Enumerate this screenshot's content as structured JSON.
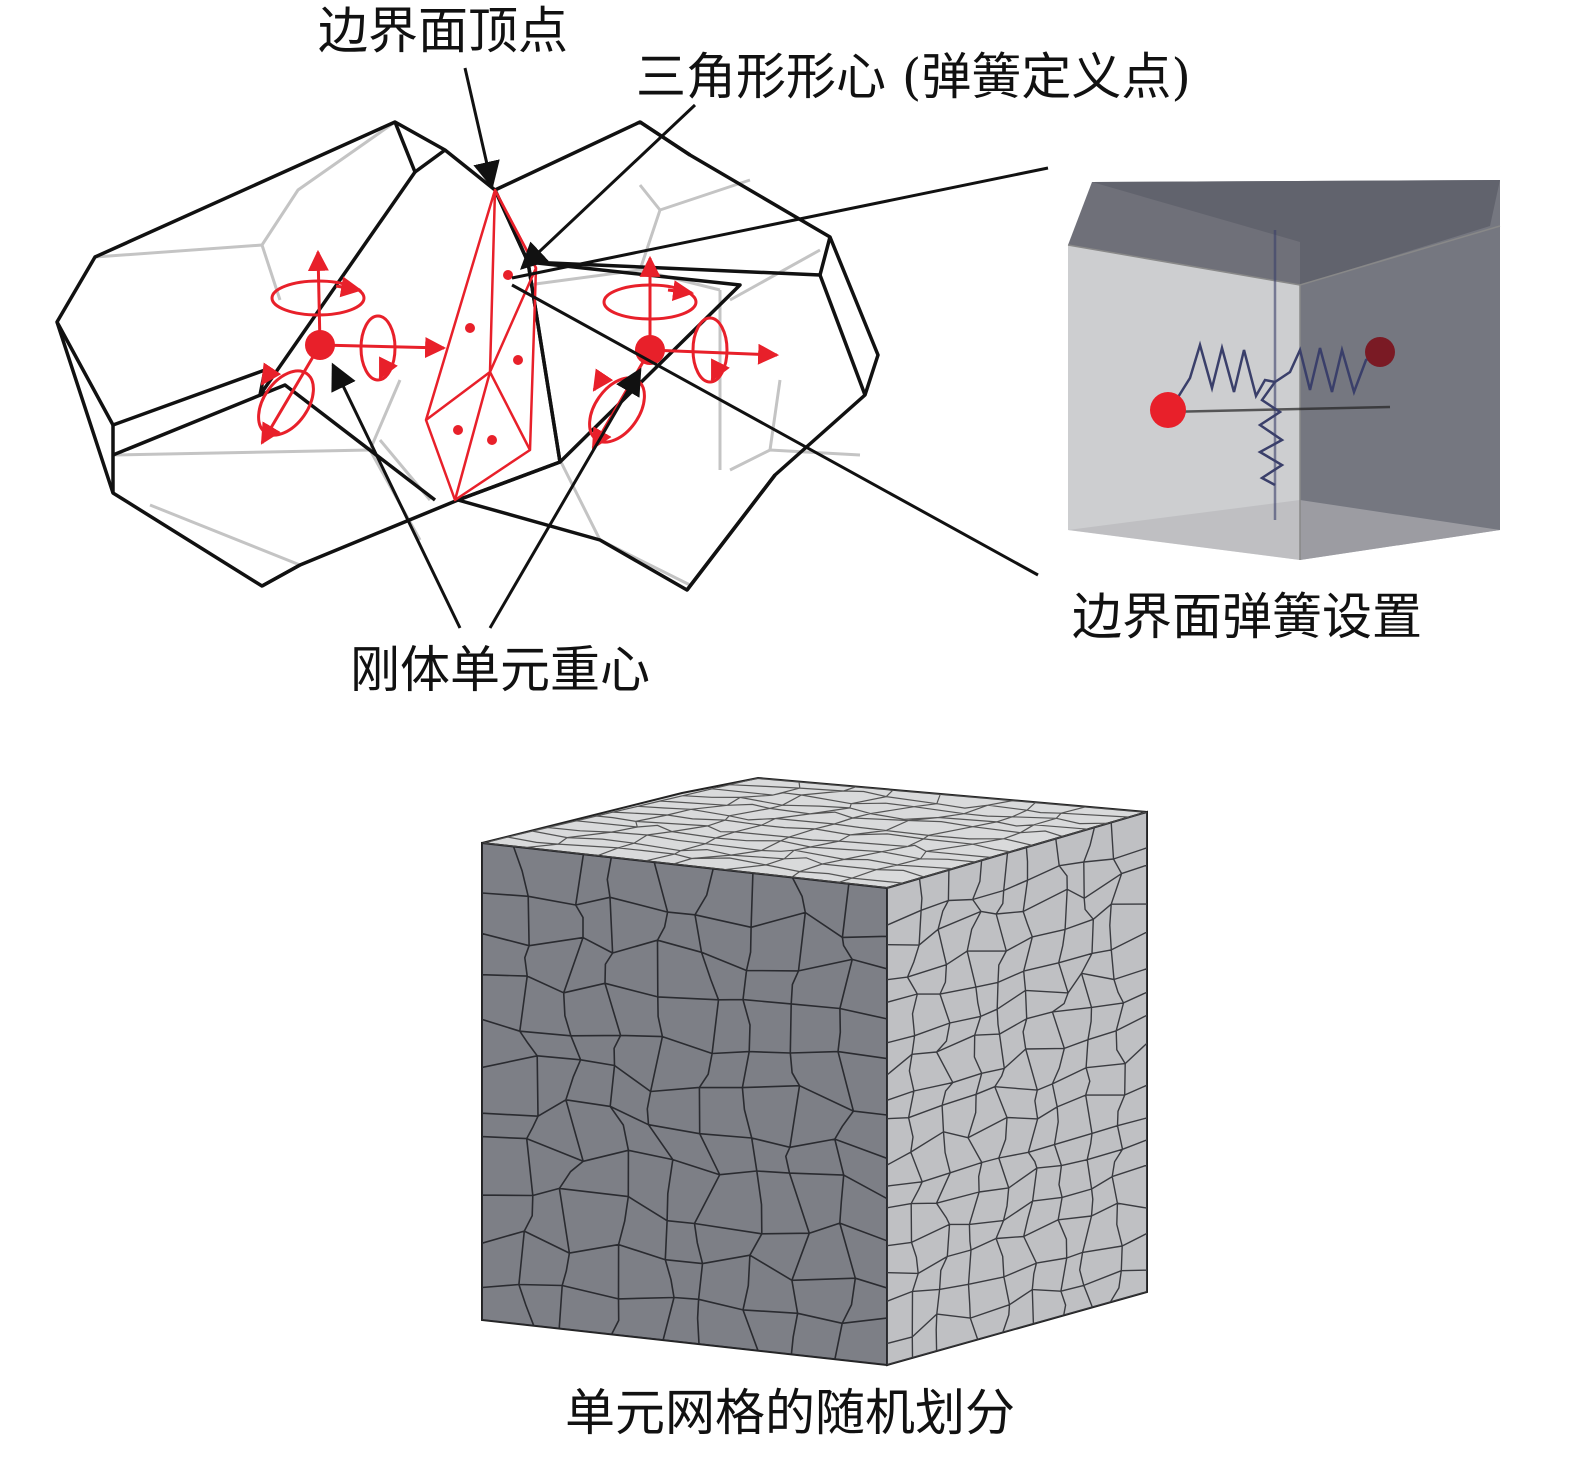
{
  "labels": {
    "boundary_vertex": "边界面顶点",
    "triangle_centroid": "三角形形心 (弹簧定义点)",
    "boundary_spring_setting": "边界面弹簧设置",
    "rigid_body_centroid": "刚体单元重心",
    "random_mesh_division": "单元网格的随机划分"
  },
  "colors": {
    "edge": "#111111",
    "hidden_edge": "#c4c4c4",
    "dof_arrow": "#e8202a",
    "box_front": "#c9cacc",
    "box_back": "#6e7079",
    "cube_front": "#7d7f86",
    "cube_side": "#bfc0c3",
    "cube_top": "#d9dadb"
  },
  "icons": [
    "red-dot-icon",
    "spring-icon",
    "rotation-arrow-icon"
  ]
}
